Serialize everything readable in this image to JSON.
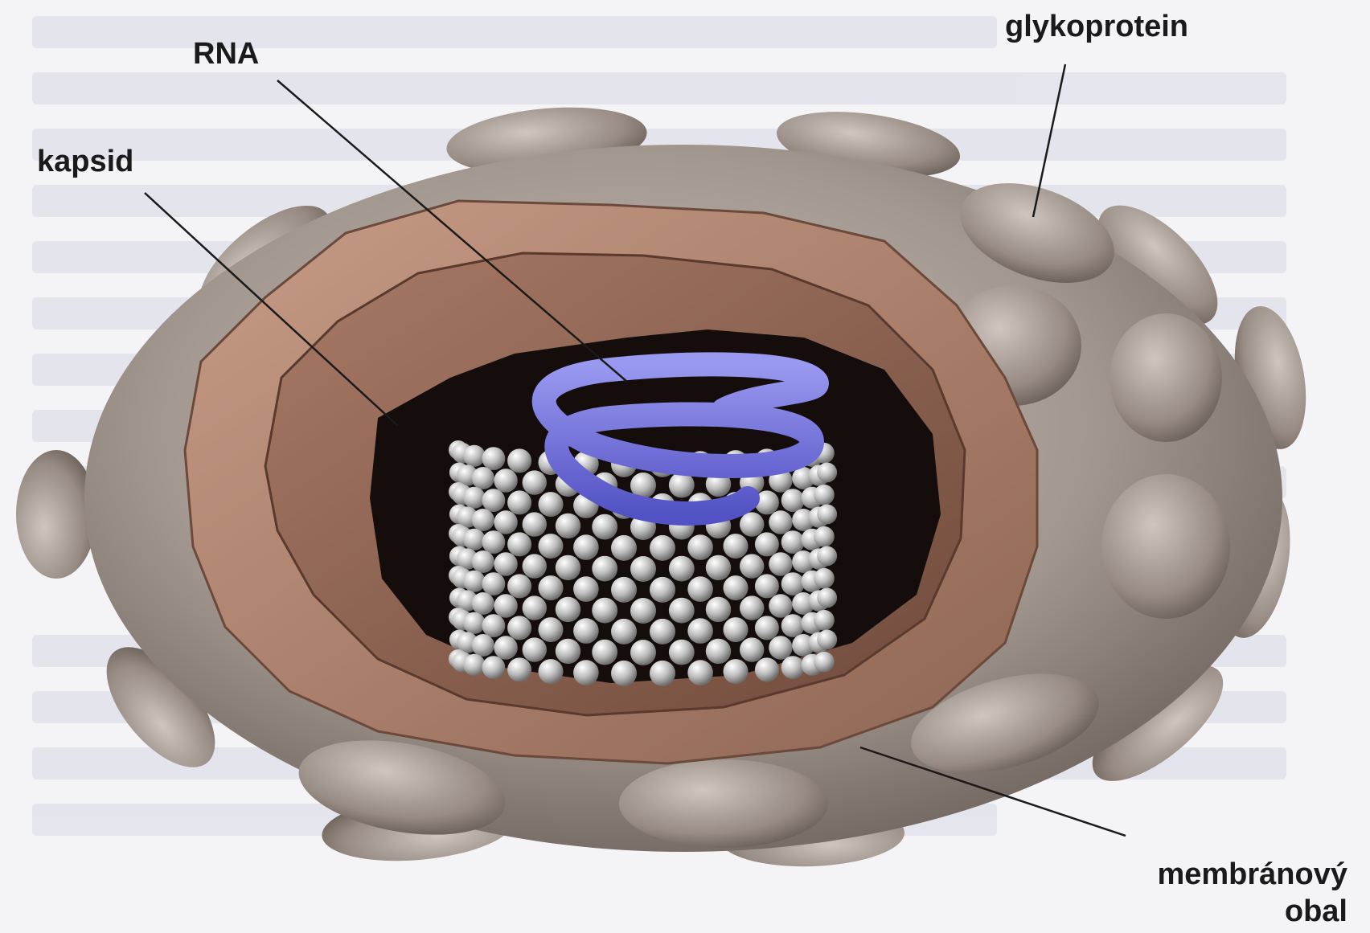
{
  "labels": {
    "rna": "RNA",
    "kapsid": "kapsid",
    "glykoprotein": "glykoprotein",
    "membrane_line1": "membránový",
    "membrane_line2": "obal"
  },
  "colors": {
    "envelope": "#a39890",
    "capsid": "#b58a74",
    "interior": "#140d0c",
    "nucleocapsid": "#bdbdbd",
    "rna": "#6f6ed8",
    "background": "#f4f4f7"
  }
}
